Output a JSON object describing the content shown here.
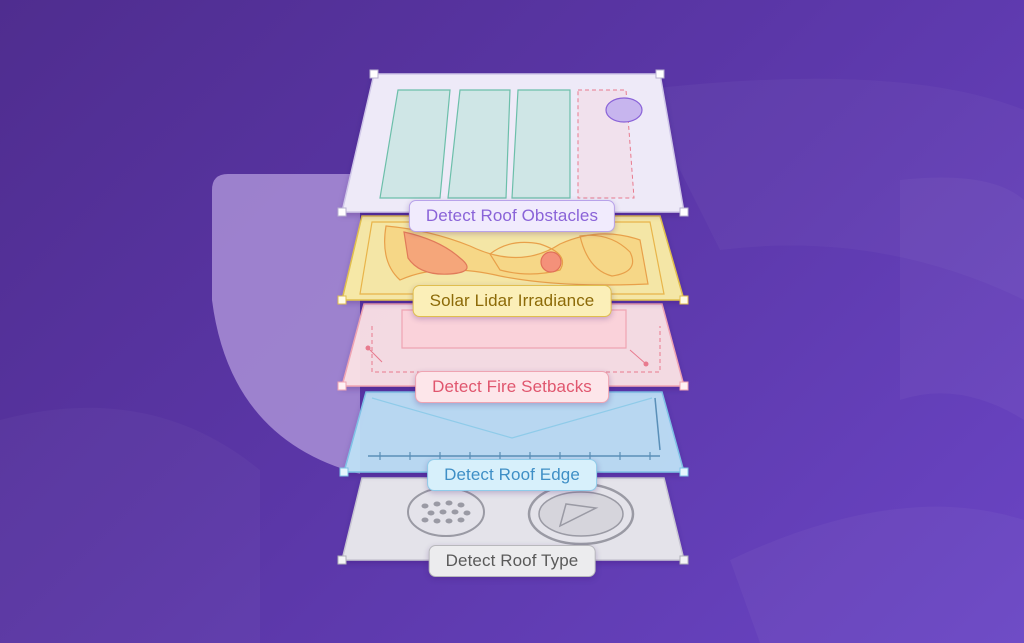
{
  "layers": [
    {
      "label": "Detect Roof Obstacles",
      "text_color": "#8a63d8",
      "pill_bg": "#f1ebfd",
      "pill_border": "#b8a2ea"
    },
    {
      "label": "Solar Lidar Irradiance",
      "text_color": "#8c6a08",
      "pill_bg": "#fbefb8",
      "pill_border": "#e0be4e"
    },
    {
      "label": "Detect Fire Setbacks",
      "text_color": "#e0566e",
      "pill_bg": "#fde6ea",
      "pill_border": "#efa4b2"
    },
    {
      "label": "Detect Roof Edge",
      "text_color": "#3f8fc6",
      "pill_bg": "#d7f0fb",
      "pill_border": "#8fcbe9"
    },
    {
      "label": "Detect Roof Type",
      "text_color": "#5a5a5a",
      "pill_bg": "#ececee",
      "pill_border": "#b8b8bc"
    }
  ],
  "colors": {
    "background_start": "#4f2d8f",
    "background_end": "#6a45c4",
    "accent_shape": "#a98fd6"
  }
}
